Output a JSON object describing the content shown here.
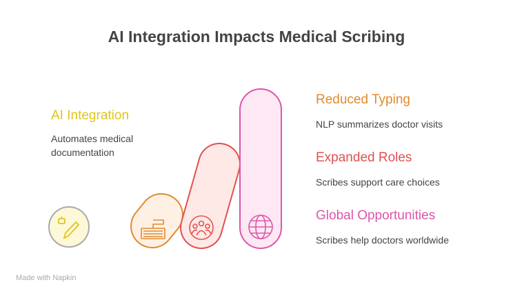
{
  "title": "AI Integration Impacts Medical Scribing",
  "items": [
    {
      "title": "AI Integration",
      "desc": "Automates medical documentation",
      "color": "#e0c51a",
      "icon": "robot-pencil-icon"
    },
    {
      "title": "Reduced Typing",
      "desc": "NLP summarizes doctor visits",
      "color": "#e08a2e",
      "icon": "keyboard-icon"
    },
    {
      "title": "Expanded Roles",
      "desc": "Scribes support care choices",
      "color": "#e05050",
      "icon": "group-icon"
    },
    {
      "title": "Global Opportunities",
      "desc": "Scribes help doctors worldwide",
      "color": "#dd55aa",
      "icon": "globe-icon"
    }
  ],
  "footer": "Made with Napkin"
}
